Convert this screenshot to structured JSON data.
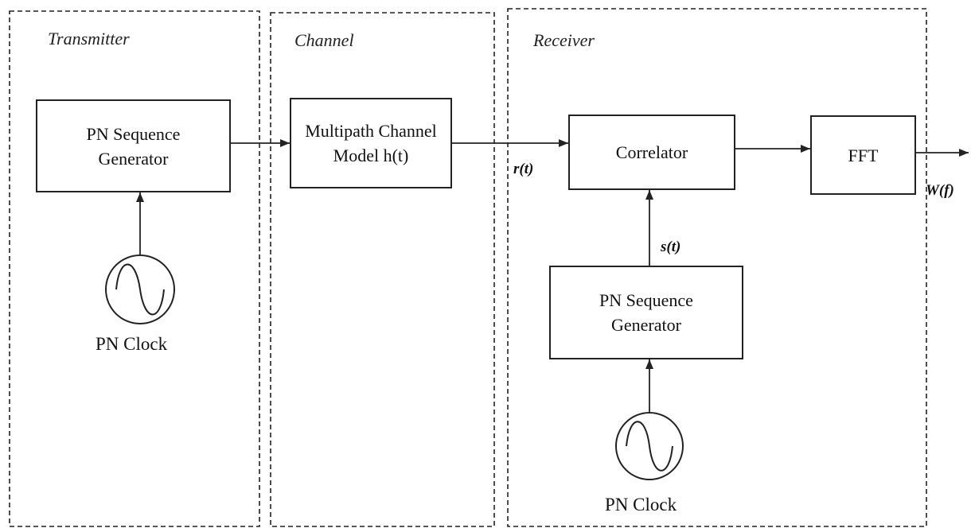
{
  "sections": {
    "transmitter": "Transmitter",
    "channel": "Channel",
    "receiver": "Receiver"
  },
  "blocks": {
    "tx_pn_generator": "PN Sequence\nGenerator",
    "multipath_channel": "Multipath Channel\nModel h(t)",
    "correlator": "Correlator",
    "fft": "FFT",
    "rx_pn_generator": "PN Sequence\nGenerator"
  },
  "signals": {
    "received": "r(t)",
    "reference": "s(t)",
    "output": "W(f)"
  },
  "clocks": {
    "tx_clock": "PN Clock",
    "rx_clock": "PN Clock"
  },
  "colors": {
    "line": "#222222",
    "background": "#ffffff"
  },
  "icons": [
    "sine-wave-oscillator-icon",
    "arrowhead-icon"
  ]
}
